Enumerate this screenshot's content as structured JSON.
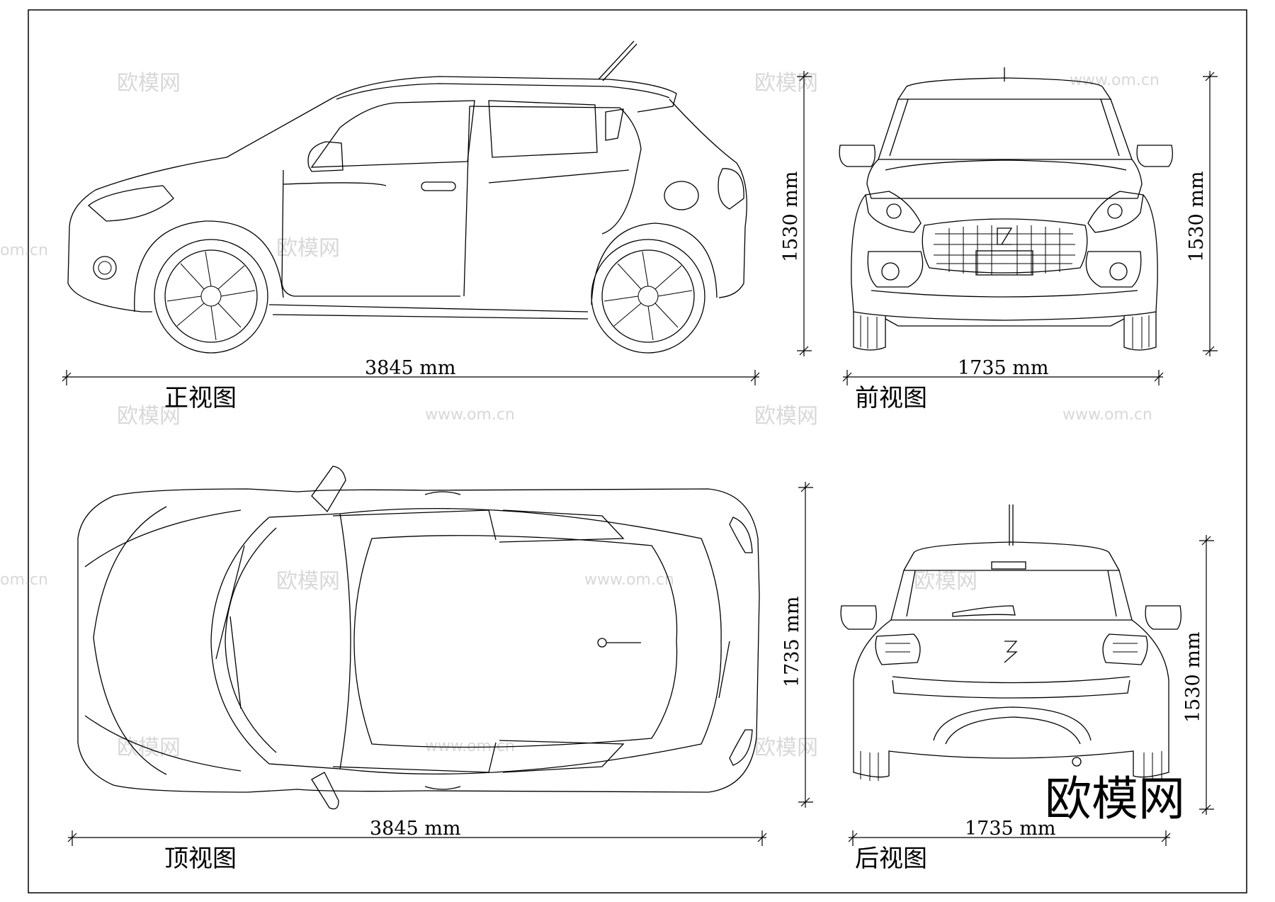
{
  "views": {
    "side": {
      "title": "正视图",
      "length": "3845 mm",
      "height": "1530 mm"
    },
    "front": {
      "title": "前视图",
      "width": "1735 mm",
      "height": "1530 mm"
    },
    "top": {
      "title": "顶视图",
      "length": "3845 mm",
      "width": "1735 mm"
    },
    "rear": {
      "title": "后视图",
      "width": "1735 mm",
      "height": "1530 mm"
    }
  },
  "watermark": {
    "brand": "欧模网",
    "url": "www.om.cn",
    "url_short": "om.cn"
  }
}
